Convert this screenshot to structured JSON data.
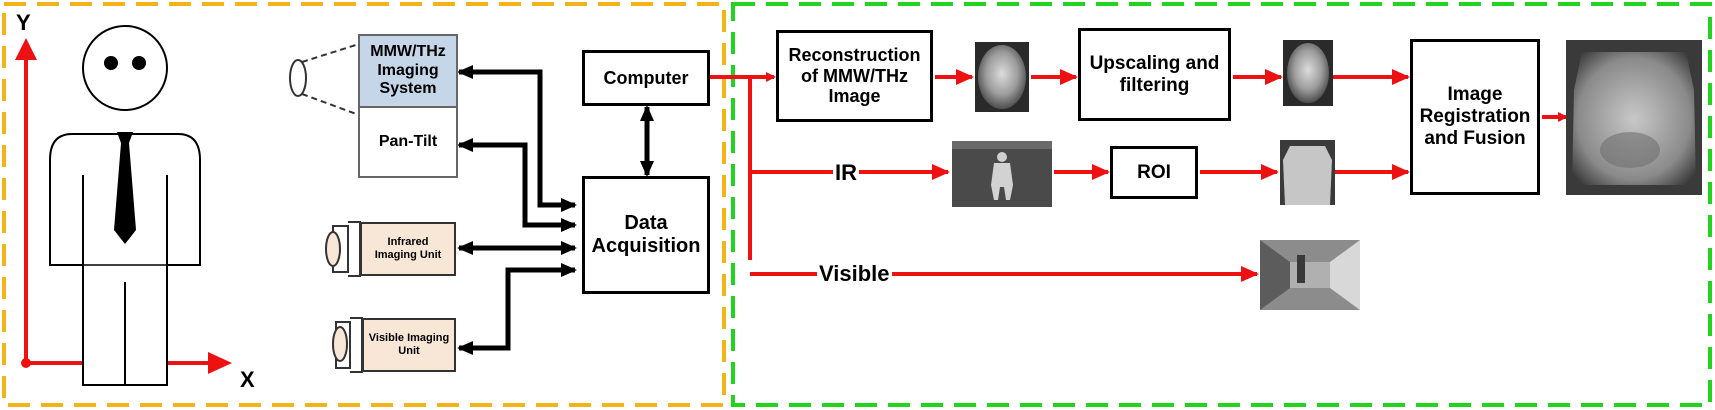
{
  "axes": {
    "y_label": "Y",
    "x_label": "X"
  },
  "acquisition": {
    "mmw_system": "MMW/THz Imaging System",
    "pan_tilt": "Pan-Tilt",
    "infrared_unit": "Infrared Imaging Unit",
    "visible_unit": "Visible Imaging Unit",
    "computer": "Computer",
    "data_acquisition": "Data Acquisition"
  },
  "processing": {
    "reconstruction": "Reconstruction of MMW/THz Image",
    "upscaling": "Upscaling and filtering",
    "roi": "ROI",
    "registration": "Image Registration and Fusion",
    "ir_label": "IR",
    "visible_label": "Visible"
  },
  "colors": {
    "left_border": "#f2b418",
    "right_border": "#22d41e",
    "flow_arrow": "#ee1111",
    "control_arrow": "#000000",
    "mmw_box_fill": "#c5d6e8",
    "sensor_box_fill": "#f8e6d6",
    "axis": "#ee1111"
  }
}
